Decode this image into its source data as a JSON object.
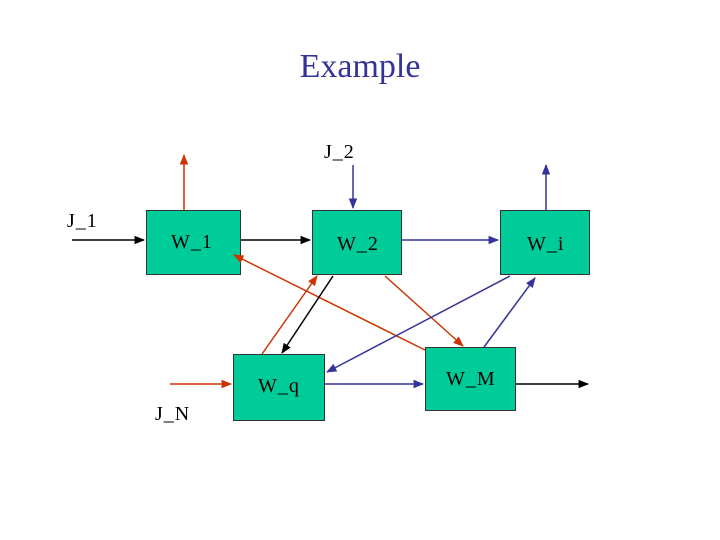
{
  "title": "Example",
  "nodes": {
    "w1": "W_1",
    "w2": "W_2",
    "wi": "W_i",
    "wq": "W_q",
    "wm": "W_M"
  },
  "inputs": {
    "j1": "J_1",
    "j2": "J_2",
    "jn": "J_N"
  },
  "colors": {
    "node_fill": "#00cc99",
    "title": "#333399",
    "red_arrow": "#cc3300",
    "blue_arrow": "#333399",
    "black_arrow": "#000000"
  }
}
